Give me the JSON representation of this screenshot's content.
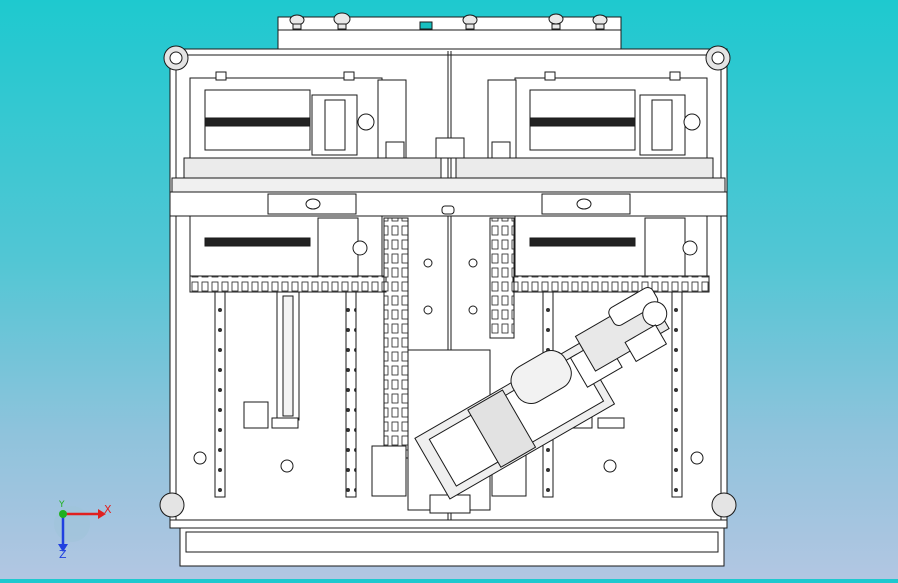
{
  "viewport": {
    "background_top": "#1ec9cf",
    "background_bottom": "#b2c6e2",
    "model_line_color": "#1a1a1a",
    "model_face_color": "#ffffff",
    "model_shade_color": "#d9d9d9"
  },
  "triad": {
    "x_label": "X",
    "y_label": "Y",
    "z_label": "Z",
    "x_color": "#e02020",
    "y_color": "#20b020",
    "z_color": "#2040e0"
  }
}
